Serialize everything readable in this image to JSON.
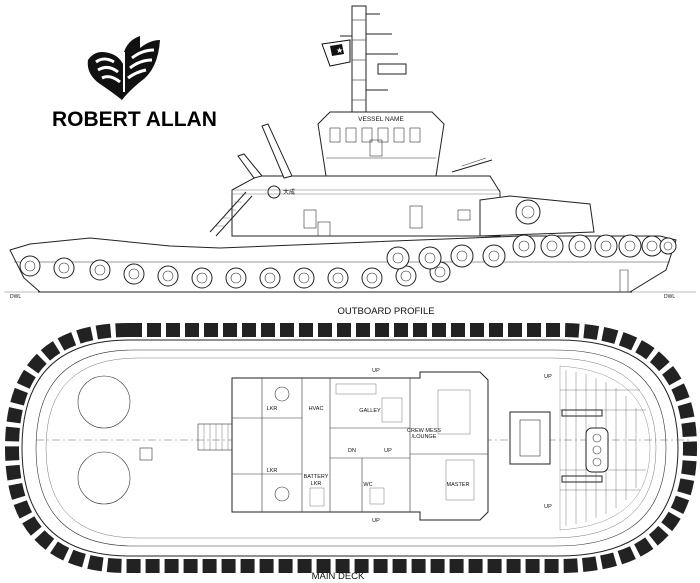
{
  "brand": {
    "name": "ROBERT ALLAN",
    "logo_icon": "stylized-hull-logo"
  },
  "views": {
    "outboard_profile": "OUTBOARD PROFILE",
    "main_deck": "MAIN DECK"
  },
  "profile_labels": {
    "vessel_name": "VESSEL NAME",
    "dwl_left": "DWL",
    "dwl_right": "DWL"
  },
  "deck_labels": {
    "hvac": "HVAC",
    "galley": "GALLEY",
    "crew_mess": "CREW MESS",
    "lounge": "/LOUNGE",
    "battery": "BATTERY",
    "lkr_battery": "LKR",
    "lkr_top": "LKR",
    "lkr_bottom": "LKR",
    "master": "MASTER",
    "wc": "WC",
    "ups_top": "UP",
    "ups_bottom": "UP",
    "up_fore_top": "UP",
    "up_fore_bottom": "UP",
    "dn": "DN",
    "up_mid": "UP"
  }
}
